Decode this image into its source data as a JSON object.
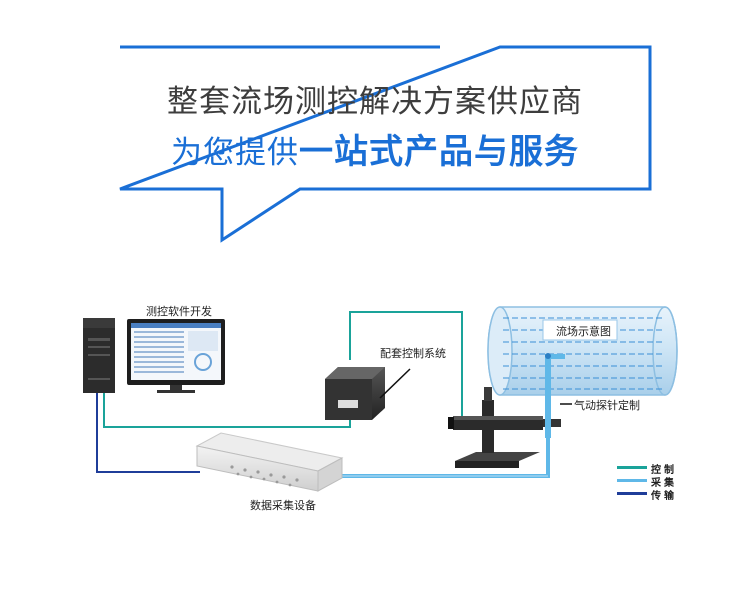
{
  "headline": {
    "line1": "整套流场测控解决方案供应商",
    "line2_prefix": "为您提供",
    "line2_emphasis": "一站式产品与服务"
  },
  "labels": {
    "software": "测控软件开发",
    "controller": "配套控制系统",
    "flow_diagram": "流场示意图",
    "probe": "气动探针定制",
    "daq": "数据采集设备"
  },
  "legend": [
    {
      "label": "控制",
      "color": "#1aa39a"
    },
    {
      "label": "采集",
      "color": "#5fb8e8"
    },
    {
      "label": "传输",
      "color": "#1f3d99"
    }
  ],
  "colors": {
    "bubble_border": "#1a6fd6",
    "control_line": "#1aa39a",
    "acquire_line": "#5fb8e8",
    "transfer_line": "#1f3d99"
  }
}
